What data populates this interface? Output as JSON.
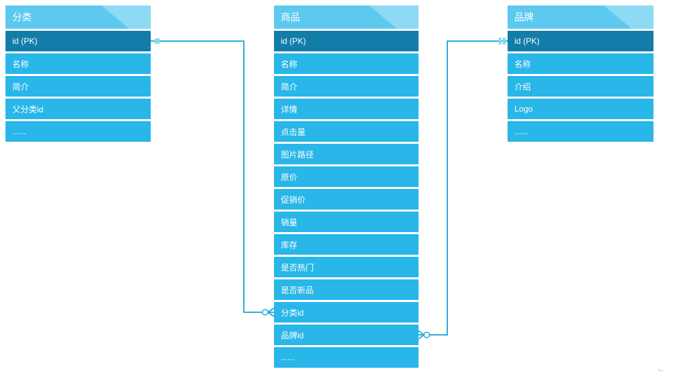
{
  "tables": [
    {
      "title": "分类",
      "fields": [
        "id (PK)",
        "名称",
        "简介",
        "父分类id",
        "......"
      ]
    },
    {
      "title": "商品",
      "fields": [
        "id (PK)",
        "名称",
        "简介",
        "详情",
        "点击量",
        "图片路径",
        "原价",
        "促销价",
        "销量",
        "库存",
        "是否热门",
        "是否新品",
        "分类id",
        "品牌id",
        "......"
      ]
    },
    {
      "title": "品牌",
      "fields": [
        "id (PK)",
        "名称",
        "介绍",
        "Logo",
        "......"
      ]
    }
  ],
  "relationships": [
    {
      "from_table": "分类",
      "from_field": "id (PK)",
      "from_marker": "one",
      "to_table": "商品",
      "to_field": "分类id",
      "to_marker": "zero-or-many"
    },
    {
      "from_table": "品牌",
      "from_field": "id (PK)",
      "from_marker": "exactly-one",
      "to_table": "商品",
      "to_field": "品牌id",
      "to_marker": "zero-or-many"
    }
  ],
  "colors": {
    "canvas_bg": "#ffffff",
    "header_bg": "#5ec9ef",
    "row_bg": "#29b6e8",
    "pk_row_bg": "#127da8",
    "connector": "#2fade0",
    "tick": "#8ad8f4",
    "text": "#ffffff"
  }
}
